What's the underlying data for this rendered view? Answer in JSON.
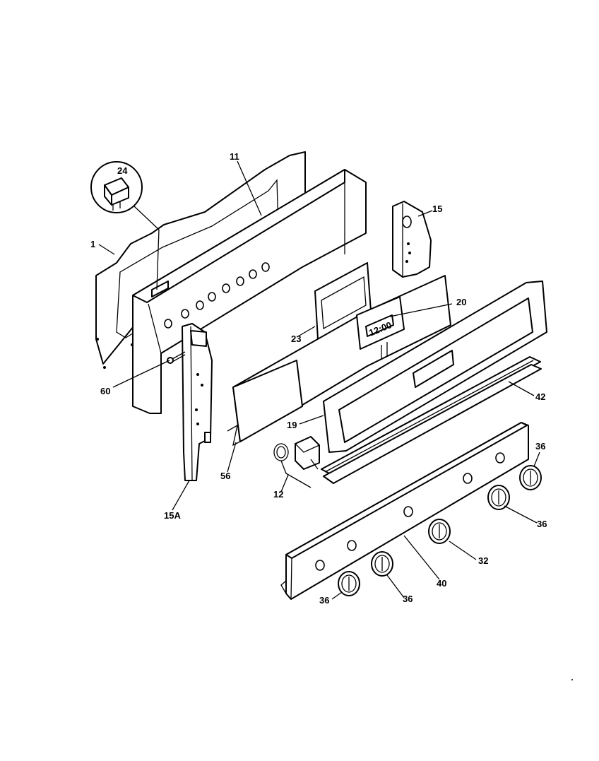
{
  "labels": {
    "p1": "1",
    "p11": "11",
    "p12": "12",
    "p15": "15",
    "p15a": "15A",
    "p19": "19",
    "p20": "20",
    "p23": "23",
    "p24": "24",
    "p32": "32",
    "p36a": "36",
    "p36b": "36",
    "p36c": "36",
    "p36d": "36",
    "p40": "40",
    "p42": "42",
    "p56": "56",
    "p60": "60"
  },
  "clock_display": "12:00"
}
